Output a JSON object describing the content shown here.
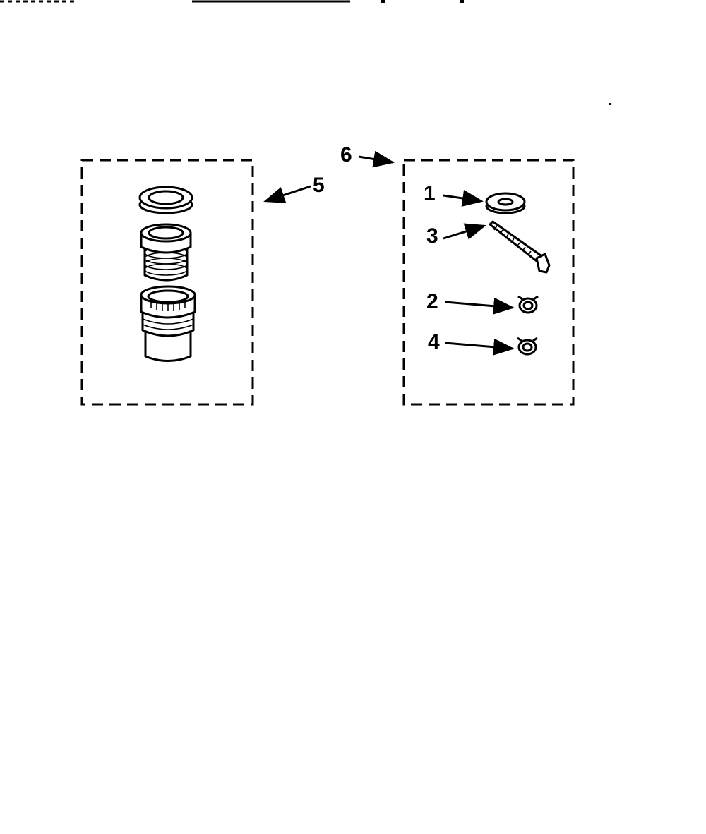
{
  "callouts": {
    "kit_5": "5",
    "kit_6": "6",
    "part_1": "1",
    "part_2": "2",
    "part_3": "3",
    "part_4": "4"
  }
}
